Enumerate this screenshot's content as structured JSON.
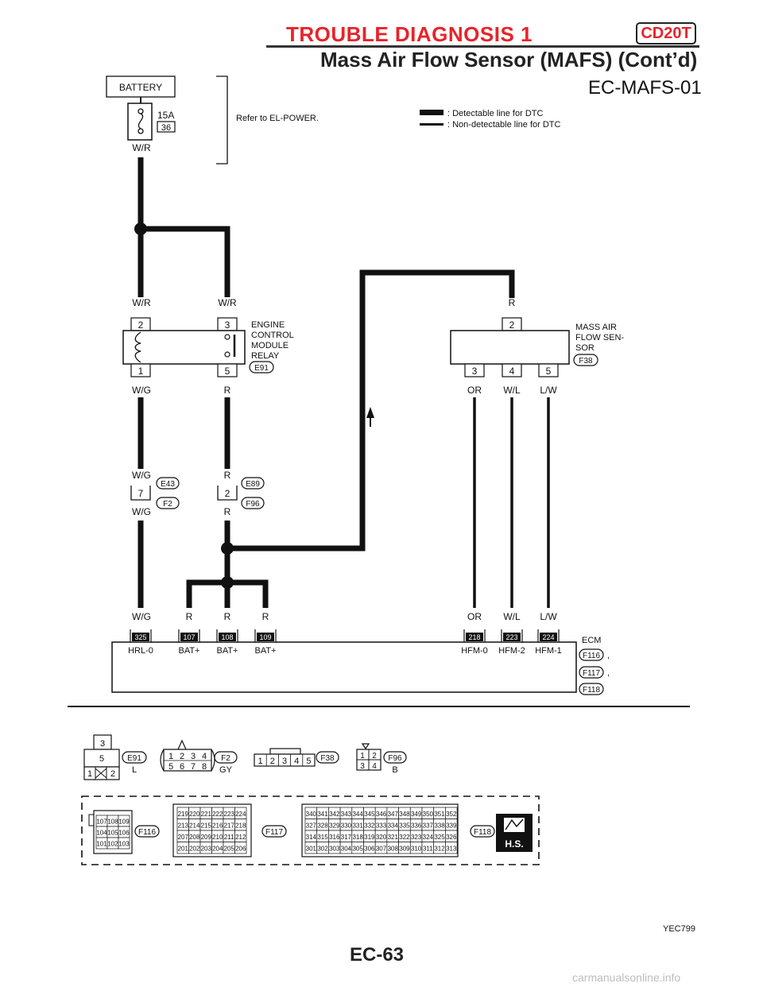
{
  "header": {
    "title": "TROUBLE DIAGNOSIS 1",
    "badge": "CD20T",
    "subtitle": "Mass Air Flow Sensor (MAFS) (Cont’d)"
  },
  "diagram": {
    "id": "EC-MAFS-01",
    "code": "YEC799",
    "page": "EC-63",
    "refer": "Refer to EL-POWER.",
    "legend": [
      ": Detectable line for DTC",
      ": Non-detectable line for DTC"
    ],
    "battery": "BATTERY",
    "fuse": {
      "rating": "15A",
      "number": "36"
    },
    "relay": {
      "name": [
        "ENGINE",
        "CONTROL",
        "MODULE",
        "RELAY"
      ],
      "connector": "E91"
    },
    "maf": {
      "name": [
        "MASS AIR",
        "FLOW SEN-",
        "SOR"
      ],
      "connector": "F38"
    },
    "ecm": {
      "name": "ECM",
      "connectors": [
        "F116",
        "F117",
        "F118"
      ],
      "sep": ","
    },
    "wires": {
      "wr": "W/R",
      "wg": "W/G",
      "r": "R",
      "or": "OR",
      "wl": "W/L",
      "lw": "L/W"
    },
    "relay_pins": [
      "2",
      "3",
      "1",
      "5"
    ],
    "maf_pins": [
      "2",
      "3",
      "4",
      "5"
    ],
    "joint_left": {
      "pin": "7",
      "top": "E43",
      "bottom": "F2"
    },
    "joint_right": {
      "pin": "2",
      "top": "E89",
      "bottom": "F96"
    },
    "ecm_pins": [
      {
        "pin": "325",
        "label": "HRL-0"
      },
      {
        "pin": "107",
        "label": "BAT+"
      },
      {
        "pin": "108",
        "label": "BAT+"
      },
      {
        "pin": "109",
        "label": "BAT+"
      },
      {
        "pin": "218",
        "label": "HFM-0"
      },
      {
        "pin": "223",
        "label": "HFM-2"
      },
      {
        "pin": "224",
        "label": "HFM-1"
      }
    ],
    "connector_views": {
      "e91": {
        "id": "E91",
        "color": "L",
        "pins": [
          "3",
          "5",
          "1",
          "2"
        ]
      },
      "f2": {
        "id": "F2",
        "color": "GY",
        "pins": [
          "1",
          "2",
          "3",
          "4",
          "5",
          "6",
          "7",
          "8"
        ]
      },
      "f38": {
        "id": "F38",
        "pins": [
          "1",
          "2",
          "3",
          "4",
          "5"
        ]
      },
      "f96": {
        "id": "F96",
        "color": "B",
        "pins": [
          "1",
          "2",
          "3",
          "4"
        ]
      },
      "f116": {
        "id": "F116",
        "rows": [
          [
            "107",
            "108",
            "109"
          ],
          [
            "104",
            "105",
            "106"
          ],
          [
            "101",
            "102",
            "103"
          ]
        ]
      },
      "f117": {
        "id": "F117",
        "rows": [
          [
            "219",
            "220",
            "221",
            "222",
            "223",
            "224"
          ],
          [
            "213",
            "214",
            "215",
            "216",
            "217",
            "218"
          ],
          [
            "207",
            "208",
            "209",
            "210",
            "211",
            "212"
          ],
          [
            "201",
            "202",
            "203",
            "204",
            "205",
            "206"
          ]
        ]
      },
      "f118": {
        "id": "F118",
        "rows": [
          [
            "340",
            "341",
            "342",
            "343",
            "344",
            "345",
            "346",
            "347",
            "348",
            "349",
            "350",
            "351",
            "352"
          ],
          [
            "327",
            "328",
            "329",
            "330",
            "331",
            "332",
            "333",
            "334",
            "335",
            "336",
            "337",
            "338",
            "339"
          ],
          [
            "314",
            "315",
            "316",
            "317",
            "318",
            "319",
            "320",
            "321",
            "322",
            "323",
            "324",
            "325",
            "326"
          ],
          [
            "301",
            "302",
            "303",
            "304",
            "305",
            "306",
            "307",
            "308",
            "309",
            "310",
            "311",
            "312",
            "313"
          ]
        ]
      },
      "hs": "H.S."
    }
  },
  "watermark": "carmanualsonline.info"
}
